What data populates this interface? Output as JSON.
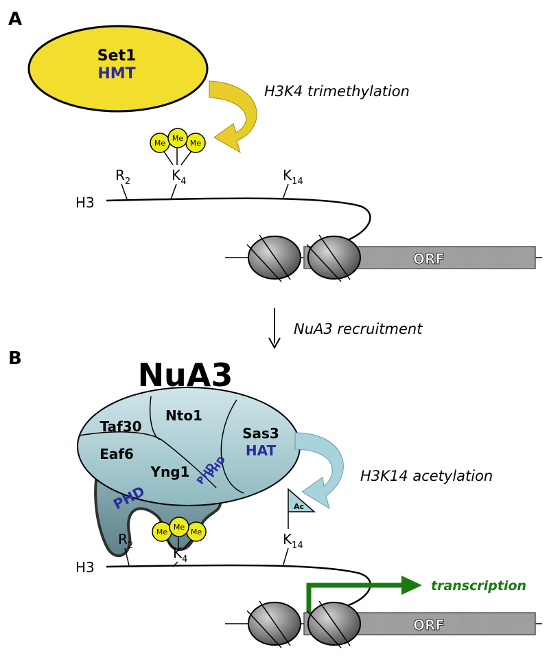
{
  "panel_a": {
    "label": "A",
    "enzyme_name": "Set1",
    "enzyme_type": "HMT",
    "arrow_label": "H3K4 trimethylation",
    "methyl_marks": [
      "Me",
      "Me",
      "Me"
    ],
    "histone_label": "H3",
    "residues": {
      "r2_base": "R",
      "r2_sub": "2",
      "k4_base": "K",
      "k4_sub": "4",
      "k14_base": "K",
      "k14_sub": "14"
    },
    "orf_label": "ORF"
  },
  "transition_label": "NuA3 recruitment",
  "panel_b": {
    "label": "B",
    "complex_title": "NuA3",
    "subunits": {
      "taf30": "Taf30",
      "nto1": "Nto1",
      "sas3": "Sas3",
      "hat": "HAT",
      "eaf6": "Eaf6",
      "yng1": "Yng1",
      "phd_nto1_a": "PHD",
      "phd_nto1_b": "PHD",
      "phd_yng1": "PHD"
    },
    "arrow_label": "H3K14 acetylation",
    "acetyl_flag": "Ac",
    "methyl_marks": [
      "Me",
      "Me",
      "Me"
    ],
    "histone_label": "H3",
    "residues": {
      "r2_base": "R",
      "r2_sub": "2",
      "k4_base": "K",
      "k4_sub": "4",
      "k14_base": "K",
      "k14_sub": "14"
    },
    "transcription_label": "transcription",
    "orf_label": "ORF"
  },
  "colors": {
    "set1_fill": "#f2de2c",
    "hmt_text": "#2a2aa0",
    "methyl_fill": "#ecec1a",
    "yellow_arrow": "#e8cc2a",
    "complex_fill": "#a9d0d6",
    "complex_dark": "#6f8e95",
    "blue_arrow": "#a7d3dc",
    "transcription_green": "#1a7a10",
    "nucleosome": "#808080",
    "orf_fill": "#9c9c9c"
  }
}
